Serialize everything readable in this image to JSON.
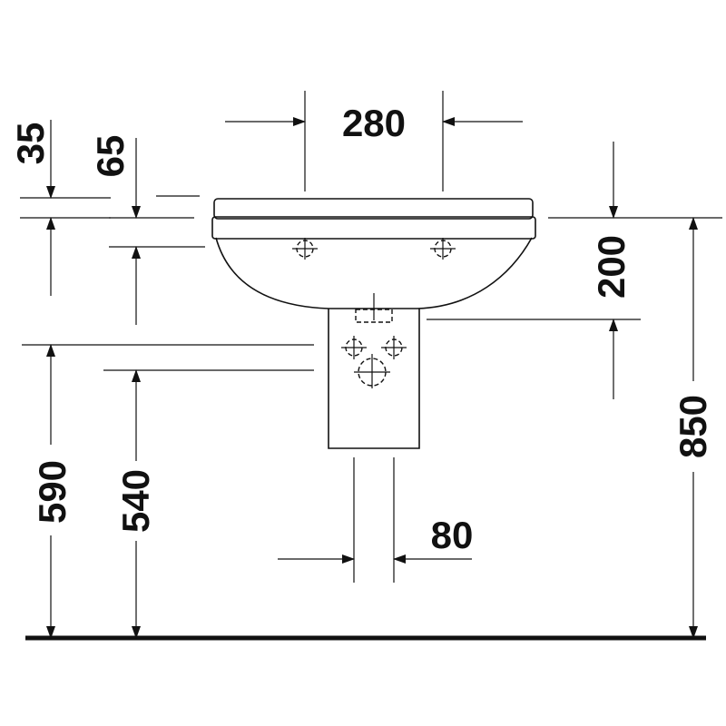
{
  "dimensions": {
    "top_spacing": "280",
    "offset_35": "35",
    "offset_65": "65",
    "right_200": "200",
    "height_850": "850",
    "height_590": "590",
    "height_540": "540",
    "width_80": "80"
  }
}
